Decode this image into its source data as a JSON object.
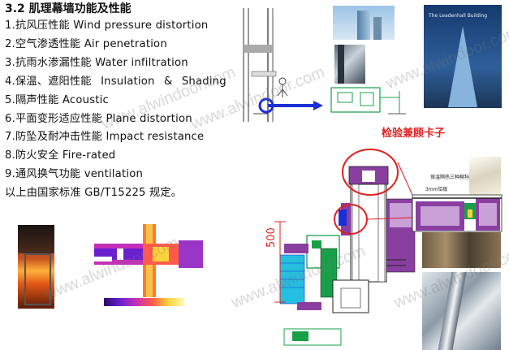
{
  "document": {
    "title": "3.2 肌理幕墙功能及性能",
    "items": [
      "1.抗风压性能  Wind pressure distortion",
      "2.空气渗透性能  Air penetration",
      "3.抗雨水渗漏性能  Water infiltration",
      "4.保温、遮阳性能  Insulation & Shading",
      "5.隔声性能  Acoustic",
      "6.平面变形适应性能   Plane distortion",
      "7.防坠及耐冲击性能  Impact resistance",
      "8.防火安全  Fire-rated",
      "9.通风换气功能  ventilation",
      "以上由国家标准 GB/T15225 规定。"
    ]
  },
  "figures": {
    "building_photo_caption": "The Leadenhall Building",
    "red_label": "检验兼顾卡子",
    "dimension_label": "500",
    "section_label_1": "保温隔热三种棉毡",
    "section_label_2": "3mm铝板"
  },
  "watermark": "www.alwindoor.com",
  "colors": {
    "accent_red": "#e02020",
    "frame_green": "#18a048",
    "insulation_purple": "#8a3fa0",
    "arrow_blue": "#1a2fd8"
  }
}
